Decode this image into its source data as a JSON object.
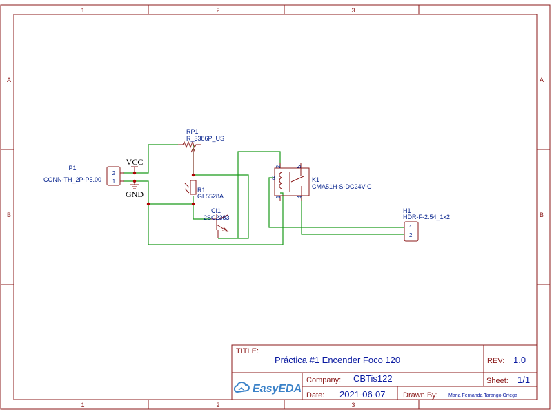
{
  "sheet": {
    "zones_columns": [
      "1",
      "2",
      "3"
    ],
    "zones_rows": [
      "A",
      "B"
    ]
  },
  "net_labels": {
    "vcc": "VCC",
    "gnd": "GND"
  },
  "components": {
    "P1": {
      "designator": "P1",
      "value": "CONN-TH_2P-P5.00",
      "pins": [
        "2",
        "1"
      ]
    },
    "RP1": {
      "designator": "RP1",
      "value": "R_3386P_US"
    },
    "R1": {
      "designator": "R1",
      "value": "GL5528A"
    },
    "CI1": {
      "designator": "CI1",
      "value": "2SC2383"
    },
    "K1": {
      "designator": "K1",
      "value": "CMA51H-S-DC24V-C",
      "pins": [
        "2",
        "5",
        "3",
        "1",
        "4"
      ]
    },
    "H1": {
      "designator": "H1",
      "value": "HDR-F-2.54_1x2",
      "pins": [
        "1",
        "2"
      ]
    }
  },
  "title_block": {
    "title_key": "TITLE:",
    "title": "Práctica #1 Encender Foco 120",
    "rev_key": "REV:",
    "rev": "1.0",
    "company_key": "Company:",
    "company": "CBTis122",
    "sheet_key": "Sheet:",
    "sheet": "1/1",
    "date_key": "Date:",
    "date": "2021-06-07",
    "drawn_key": "Drawn By:",
    "drawn_by": "Maria Fernanda Tarango Ortega",
    "brand": "EasyEDA"
  },
  "colors": {
    "frame": "#8b1a1a",
    "wire": "#1a9a1a",
    "label": "#001e8a",
    "brand": "#3b82c8"
  }
}
